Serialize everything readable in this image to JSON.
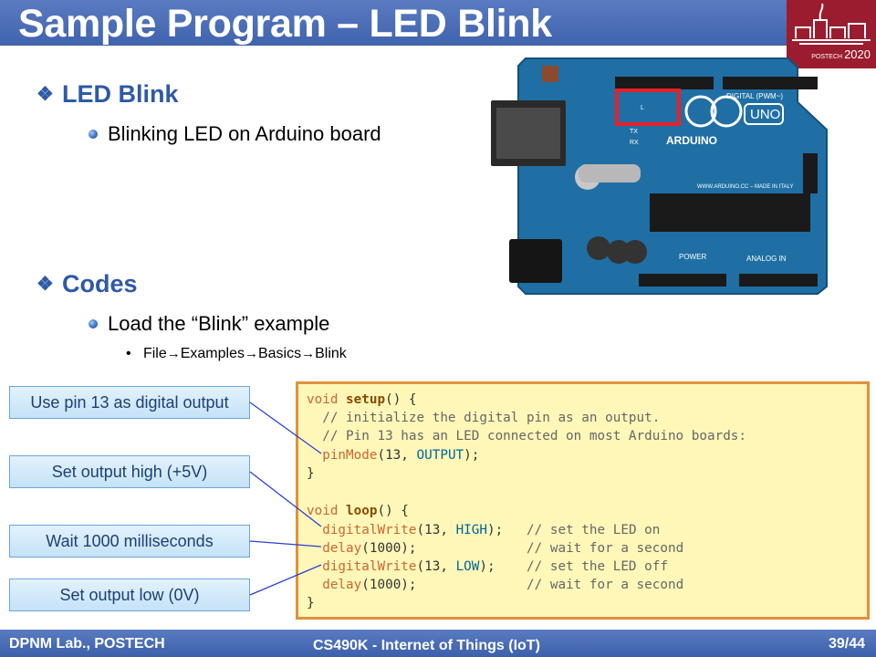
{
  "slide": {
    "title": "Sample Program – LED Blink",
    "sections": [
      {
        "heading": "LED Blink",
        "items": [
          "Blinking LED on Arduino board"
        ]
      },
      {
        "heading": "Codes",
        "items": [
          "Load the “Blink” example"
        ]
      }
    ],
    "menu_path": {
      "parts": [
        "File",
        "Examples",
        "Basics",
        "Blink"
      ],
      "separator": "→"
    }
  },
  "logo": {
    "text": "2020",
    "small_text": "POSTECH"
  },
  "board": {
    "brand": "ARDUINO",
    "model": "UNO",
    "digital_label": "DIGITAL (PWM~)",
    "analog_label": "ANALOG IN",
    "power_label": "POWER",
    "url": "WWW.ARDUINO.CC – MADE IN ITALY",
    "led_labels": [
      "L",
      "TX",
      "RX"
    ],
    "highlight_color": "#e8202a"
  },
  "annotations": [
    "Use pin 13 as digital output",
    "Set output high (+5V)",
    "Wait 1000 milliseconds",
    "Set output low (0V)"
  ],
  "code": {
    "l1": {
      "kw": "void",
      "fn": " setup",
      "rest": "() {"
    },
    "l2": "  // initialize the digital pin as an output.",
    "l3": "  // Pin 13 has an LED connected on most Arduino boards:",
    "l4": {
      "fn": "  pinMode",
      "a": "(13, ",
      "c": "OUTPUT",
      "b": ");"
    },
    "l5": "}",
    "l7": {
      "kw": "void",
      "fn": " loop",
      "rest": "() {"
    },
    "l8": {
      "fn": "  digitalWrite",
      "a": "(13, ",
      "c": "HIGH",
      "b": ");",
      "cm": "   // set the LED on"
    },
    "l9": {
      "fn": "  delay",
      "a": "(1000);",
      "cm": "              // wait for a second"
    },
    "l10": {
      "fn": "  digitalWrite",
      "a": "(13, ",
      "c": "LOW",
      "b": ");",
      "cm": "    // set the LED off"
    },
    "l11": {
      "fn": "  delay",
      "a": "(1000);",
      "cm": "              // wait for a second"
    },
    "l12": "}"
  },
  "footer": {
    "left": "DPNM Lab., POSTECH",
    "center": "CS490K - Internet of Things (IoT)",
    "right": "39/44"
  },
  "colors": {
    "title_bar": "#4a6cb5",
    "heading": "#2e5aa7",
    "logo_bg": "#9b1c2e",
    "code_bg": "#fff7b8",
    "code_border": "#e0913c",
    "annotation_bg": "#d4ebfa",
    "connector": "#2b3fd8"
  }
}
